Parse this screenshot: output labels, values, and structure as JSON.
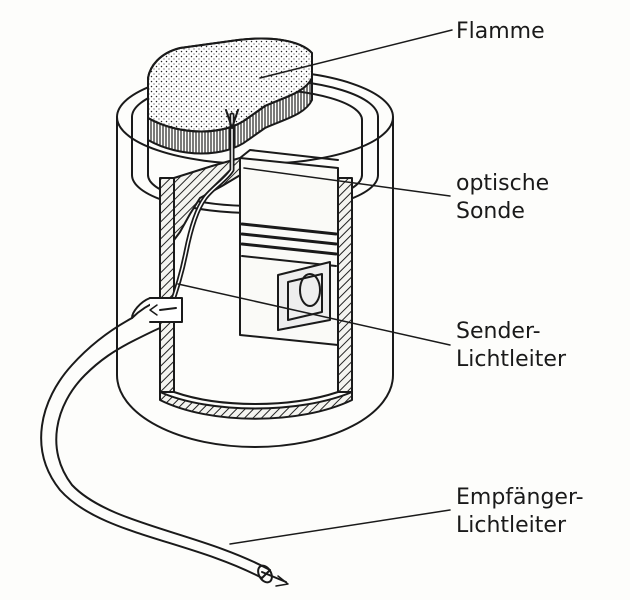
{
  "labels": {
    "flame": "Flamme",
    "probe_line1": "optische",
    "probe_line2": "Sonde",
    "sender_line1": "Sender-",
    "sender_line2": "Lichtleiter",
    "receiver_line1": "Empfänger-",
    "receiver_line2": "Lichtleiter"
  }
}
